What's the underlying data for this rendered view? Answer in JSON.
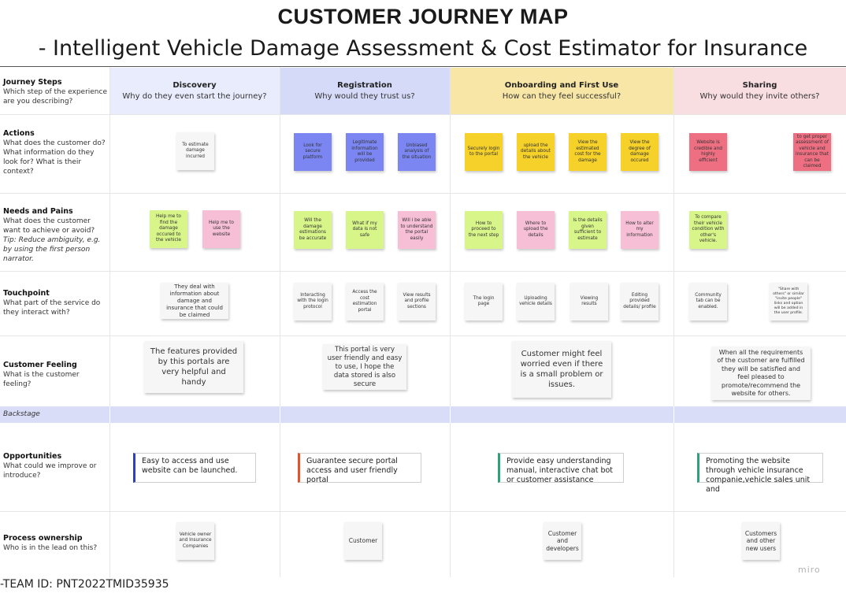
{
  "title": "CUSTOMER JOURNEY MAP",
  "subtitle": "- Intelligent Vehicle Damage Assessment & Cost Estimator for Insurance",
  "rows": [
    {
      "label": "Journey Steps",
      "desc": "Which step of the experience are you describing?"
    },
    {
      "label": "Actions",
      "desc": "What does the customer do? What information do they look for? What is their context?"
    },
    {
      "label": "Needs and Pains",
      "desc": "What does the customer want to achieve or avoid?",
      "tip": "Tip: Reduce ambiguity, e.g. by using the first person narrator."
    },
    {
      "label": "Touchpoint",
      "desc": "What part of the service do they interact with?"
    },
    {
      "label": "Customer Feeling",
      "desc": "What is the customer feeling?"
    },
    {
      "label": "Opportunities",
      "desc": "What could we improve or introduce?"
    },
    {
      "label": "Process ownership",
      "desc": "Who is in the lead on this?"
    }
  ],
  "backstage_label": "Backstage",
  "phases": [
    {
      "name": "Discovery",
      "question": "Why do they even start the journey?",
      "color": "#e8ecfc"
    },
    {
      "name": "Registration",
      "question": "Why would they trust us?",
      "color": "#d6daf9"
    },
    {
      "name": "Onboarding and First Use",
      "question": "How can they feel successful?",
      "color": "#f8e6a6"
    },
    {
      "name": "Sharing",
      "question": "Why would they invite others?",
      "color": "#f8dde1"
    }
  ],
  "notes": {
    "a1": "To estimate damage incurred",
    "a2": "Look for secure platform",
    "a3": "Legitimate information will be provided",
    "a4": "Unbiased analysis of the situation",
    "a5": "Securely login to the portal",
    "a6": "upload the details about the vehicle",
    "a7": "View the estimated cost for the damage",
    "a8": "View the degree of damage occured",
    "a9": "Website is credible and highly efficient",
    "a10": "to get proper assessment of vehicle and insurance that can be claimed",
    "n1": "Help me to find the damage occured to the vehicle",
    "n2": "Help me to use the website",
    "n3": "Will the damage estimations be accurate",
    "n4": "What if my data is not safe",
    "n5": "Will i be able to understand the portal easily",
    "n6": "How to proceed to the next step",
    "n7": "Where to upload the details",
    "n8": "Is the details given sufficient to estimate",
    "n9": "How to alter my information",
    "n10": "To compare their vehicle condition with other's vehicle.",
    "t1": "They deal with information about damage and insurance that could be claimed",
    "t2": "Interacting with the login protocol",
    "t3": "Access the cost estimation portal",
    "t4": "View results and profile sections",
    "t5": "The login page",
    "t6": "Uploading vehicle details",
    "t7": "Viewing results",
    "t8": "Editing provided details/ profile",
    "t9": "Community tab can be enabled.",
    "t10": "\"Share with others\" or similar \"invite people\" links and option will be added in the user profile.",
    "f1": "The features provided by this portals are very helpful and handy",
    "f2": "This portal is very user friendly and easy to use, I hope the data stored is also secure",
    "f3": "Customer might feel worried even if there is a small problem or issues.",
    "f4": "When all the requirements of the customer are fulfilled they will be satisfied and feel pleased to promote/recommend the website for others.",
    "o1": "Easy to access and use website can be launched.",
    "o2": "Guarantee secure portal access and user friendly portal",
    "o3": "Provide easy understanding manual, interactive chat bot or customer assistance",
    "o4": "Promoting the website through vehicle insurance companie,vehicle sales unit and",
    "p1": "Vehicle owner and Insurance Companies",
    "p2": "Customer",
    "p3": "Customer and developers",
    "p4": "Customers and other new users"
  },
  "opportunity_colors": [
    "#2f3fc4",
    "#e2542b",
    "#2aa37a",
    "#2aa37a"
  ],
  "footer": "-TEAM ID: PNT2022TMID35935",
  "logo": "miro"
}
